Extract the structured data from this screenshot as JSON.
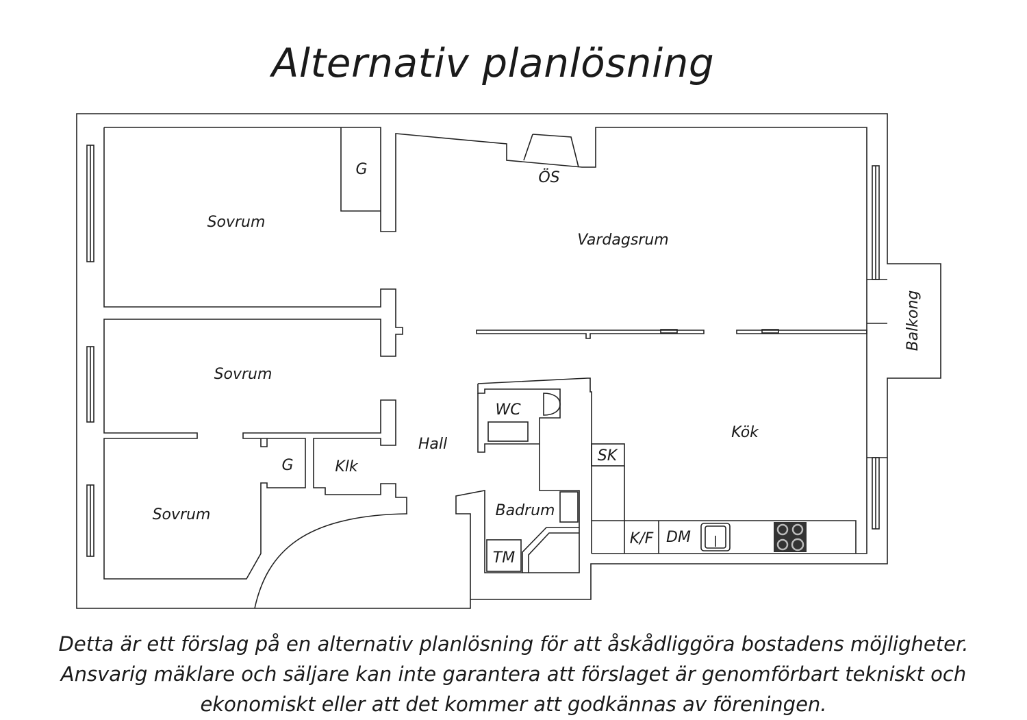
{
  "title": "Alternativ planlösning",
  "rooms": {
    "sovrum_top": "Sovrum",
    "sovrum_middle": "Sovrum",
    "sovrum_bottom": "Sovrum",
    "vardagsrum": "Vardagsrum",
    "kok": "Kök",
    "hall": "Hall",
    "badrum": "Badrum",
    "wc": "WC",
    "klk": "Klk",
    "g_top": "G",
    "g_bottom": "G",
    "os": "ÖS",
    "sk": "SK",
    "kf": "K/F",
    "dm": "DM",
    "tm": "TM",
    "balkong": "Balkong"
  },
  "disclaimer": {
    "line1": "Detta är ett förslag på en alternativ planlösning för att åskådliggöra bostadens möjligheter.",
    "line2": "Ansvarig mäklare och säljare kan inte garantera att förslaget är genomförbart tekniskt och",
    "line3": "ekonomiskt eller att det kommer att godkännas av föreningen."
  }
}
